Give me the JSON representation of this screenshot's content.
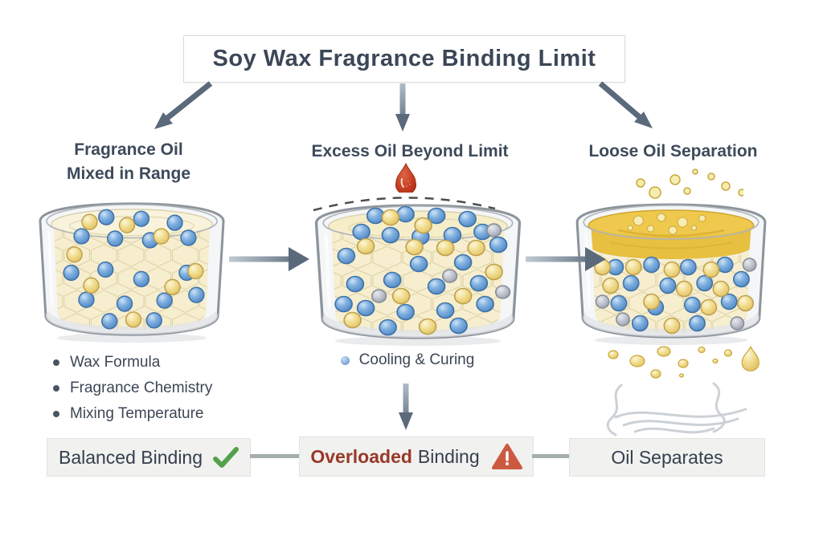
{
  "title": {
    "text": "Soy Wax Fragrance Binding Limit"
  },
  "stages": [
    {
      "header_line1": "Fragrance Oil",
      "header_line2": "Mixed in Range"
    },
    {
      "header_line1": "Excess Oil Beyond Limit",
      "header_line2": ""
    },
    {
      "header_line1": "Loose Oil Separation",
      "header_line2": ""
    }
  ],
  "factors": {
    "items": [
      "Wax Formula",
      "Fragrance Chemistry",
      "Mixing Temperature"
    ]
  },
  "process": {
    "label": "Cooling & Curing"
  },
  "outcomes": {
    "balanced": {
      "label": "Balanced Binding"
    },
    "overloaded": {
      "emphasis": "Overloaded",
      "rest": "Binding"
    },
    "separated": {
      "label": "Oil Separates"
    }
  },
  "icons": {
    "check": "✔",
    "warning": "⚠",
    "droplet": "excess-oil-drop"
  },
  "colors": {
    "arrow": "#5a6a7b",
    "heading_text": "#3d4a5a",
    "wax_cream": "#f6eecf",
    "oil_gold": "#e9c44a",
    "droplet_red": "#c2452c",
    "check_green": "#55a04c",
    "warning_orange": "#cc5a40",
    "overloaded_text": "#993827",
    "outcome_box_bg": "#f1f1ef"
  }
}
